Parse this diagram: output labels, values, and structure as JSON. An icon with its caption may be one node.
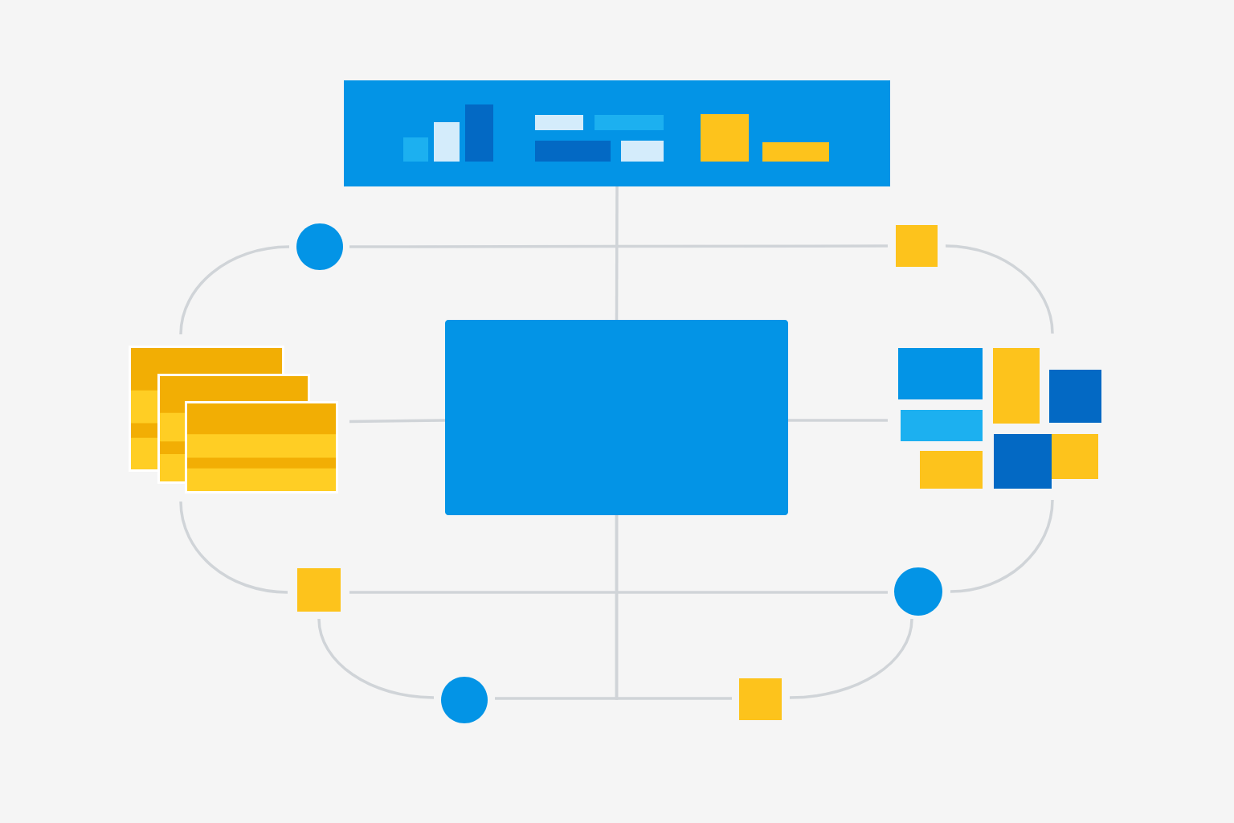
{
  "diagram": {
    "nodes": [
      {
        "text": [],
        "shape": "picture"
      },
      {
        "text": [],
        "shape": "box"
      },
      {
        "text": [],
        "shape": "circle"
      },
      {
        "text": [],
        "shape": "box"
      },
      {
        "text": [],
        "shape": "picture"
      },
      {
        "text": [],
        "shape": "picture"
      },
      {
        "text": [],
        "shape": "box"
      },
      {
        "text": [],
        "shape": "circle"
      },
      {
        "text": [],
        "shape": "circle"
      },
      {
        "text": [],
        "shape": "box"
      }
    ],
    "edges": [
      {
        "from": 0,
        "to": 1,
        "arrow": "none"
      },
      {
        "from": 2,
        "to": 3,
        "arrow": "none"
      },
      {
        "from": 2,
        "to": 4,
        "arrow": "none"
      },
      {
        "from": 3,
        "to": 5,
        "arrow": "none"
      },
      {
        "from": 4,
        "to": 1,
        "arrow": "none"
      },
      {
        "from": 1,
        "to": 5,
        "arrow": "none"
      },
      {
        "from": 4,
        "to": 6,
        "arrow": "none"
      },
      {
        "from": 5,
        "to": 7,
        "arrow": "none"
      },
      {
        "from": 6,
        "to": 7,
        "arrow": "none"
      },
      {
        "from": 6,
        "to": 8,
        "arrow": "none"
      },
      {
        "from": 7,
        "to": 9,
        "arrow": "none"
      },
      {
        "from": 1,
        "to": 8,
        "arrow": "none"
      },
      {
        "from": 1,
        "to": 9,
        "arrow": "none"
      }
    ]
  }
}
